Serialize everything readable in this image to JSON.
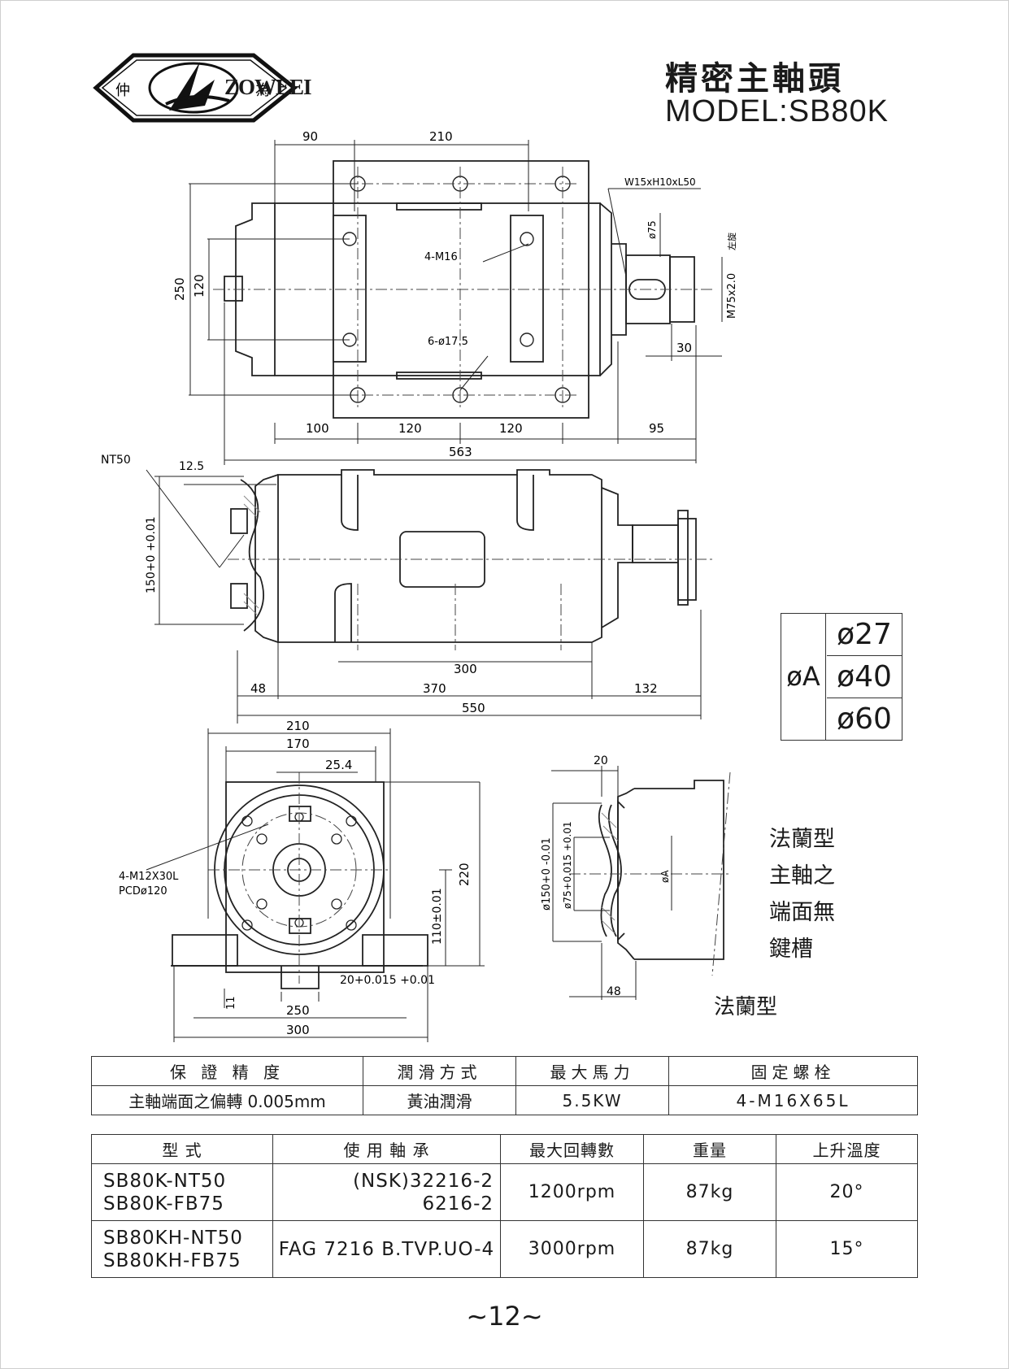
{
  "header": {
    "logo_cn_left": "仲",
    "logo_cn_right": "為",
    "logo_brand": "ZOWEEI",
    "title_cn": "精密主軸頭",
    "title_model": "MODEL:SB80K"
  },
  "top_view": {
    "dims": [
      "90",
      "210",
      "250",
      "120",
      "100",
      "120",
      "120",
      "95",
      "563",
      "30",
      "ø75",
      "M75x2.0",
      "左旋",
      "W15xH10xL50"
    ],
    "callouts": [
      "4-M16",
      "6-ø17.5"
    ]
  },
  "side_view": {
    "dims": [
      "12.5",
      "300",
      "48",
      "370",
      "132",
      "550"
    ],
    "callout_nt": "NT50",
    "tol_150": "150+0 +0.01"
  },
  "diameter_a": {
    "label": "øA",
    "values": [
      "ø27",
      "ø40",
      "ø60"
    ]
  },
  "front_view": {
    "dims": [
      "210",
      "170",
      "25.4",
      "220",
      "110±0.01",
      "11",
      "250",
      "300",
      "20+0.015 +0.01"
    ],
    "callout_bolt": "4-M12X30L",
    "callout_pcd": "PCDø120"
  },
  "flange_view": {
    "dims": [
      "20",
      "48",
      "ø150+0 -0.01",
      "ø75+0.015 +0.01",
      "øA"
    ],
    "caption": "法蘭型"
  },
  "note_lines": [
    "法蘭型",
    "主軸之",
    "端面無",
    "鍵槽"
  ],
  "table1": {
    "headers": [
      "保 證 精 度",
      "潤滑方式",
      "最大馬力",
      "固定螺栓"
    ],
    "row": [
      "主軸端面之偏轉 0.005mm",
      "黃油潤滑",
      "5.5KW",
      "4-M16X65L"
    ]
  },
  "table2": {
    "headers": [
      "型 式",
      "使 用 軸 承",
      "最大回轉數",
      "重量",
      "上升溫度"
    ],
    "rows": [
      {
        "models": [
          "SB80K-NT50",
          "SB80K-FB75"
        ],
        "bearings": [
          "(NSK)32216-2",
          "6216-2"
        ],
        "rpm": "1200rpm",
        "weight": "87kg",
        "temp": "20°"
      },
      {
        "models": [
          "SB80KH-NT50",
          "SB80KH-FB75"
        ],
        "bearings": [
          "FAG 7216 B.TVP.UO-4"
        ],
        "rpm": "3000rpm",
        "weight": "87kg",
        "temp": "15°"
      }
    ]
  },
  "page_number": "~12~"
}
